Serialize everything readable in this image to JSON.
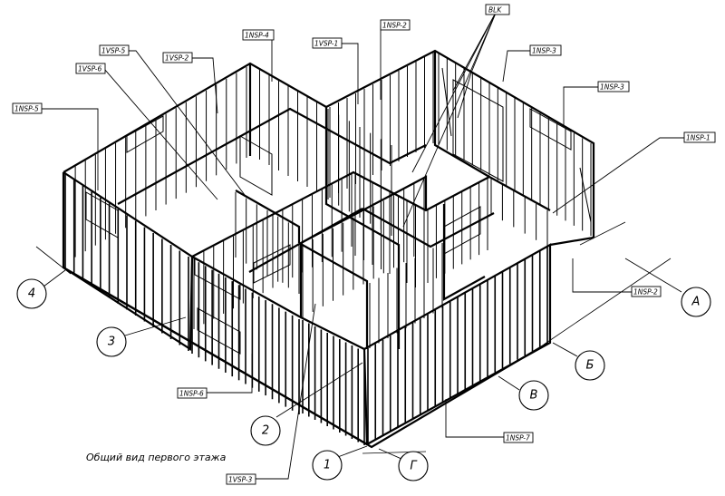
{
  "caption": "Общий вид первого этажа",
  "tags": {
    "blk": "BLK",
    "nsp1": "1NSP-1",
    "nsp2": "1NSP-2",
    "nsp2b": "1NSP-2",
    "nsp3a": "1NSP-3",
    "nsp3b": "1NSP-3",
    "nsp4": "1NSP-4",
    "nsp5": "1NSP-5",
    "nsp6": "1NSP-6",
    "nsp7": "1NSP-7",
    "vsp1": "1VSP-1",
    "vsp2": "1VSP-2",
    "vsp3": "1VSP-3",
    "vsp5": "1VSP-5",
    "vsp6": "1VSP-6"
  },
  "axes": {
    "a": "А",
    "b": "Б",
    "v": "В",
    "g": "Г",
    "n1": "1",
    "n2": "2",
    "n3": "3",
    "n4": "4"
  }
}
